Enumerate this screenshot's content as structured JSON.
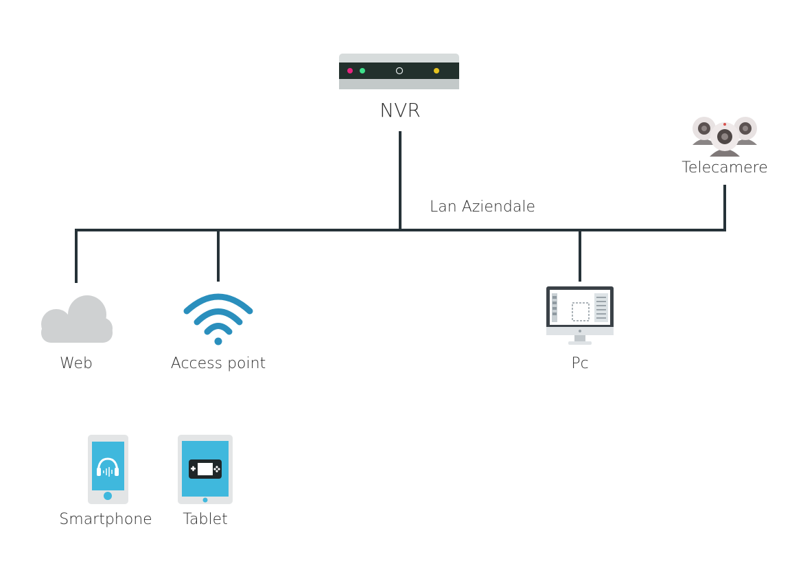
{
  "nodes": {
    "nvr": {
      "label": "NVR",
      "icon": "nvr-recorder-icon"
    },
    "cameras": {
      "label": "Telecamere",
      "icon": "security-cameras-icon"
    },
    "lan": {
      "label": "Lan Aziendale"
    },
    "web": {
      "label": "Web",
      "icon": "cloud-icon"
    },
    "access_point": {
      "label": "Access point",
      "icon": "wifi-icon"
    },
    "pc": {
      "label": "Pc",
      "icon": "desktop-monitor-icon"
    },
    "smartphone": {
      "label": "Smartphone",
      "icon": "smartphone-icon"
    },
    "tablet": {
      "label": "Tablet",
      "icon": "tablet-icon"
    }
  },
  "colors": {
    "line": "#263238",
    "wifi": "#2a8fbd",
    "cloud": "#cfd1d2",
    "screen": "#3fb8dd",
    "device_body": "#e3e5e6",
    "nvr_body": "#d7dcdc",
    "nvr_panel": "#22302c",
    "led_pink": "#e8247f",
    "led_green": "#3ee08b",
    "led_yellow": "#e5c21f"
  }
}
